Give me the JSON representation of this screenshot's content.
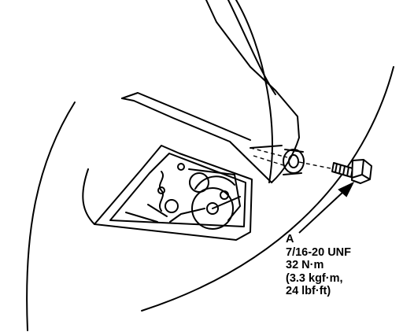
{
  "callout": {
    "letter": "A",
    "thread_spec": "7/16-20 UNF",
    "torque_nm": "32 N·m",
    "torque_kgfm": "(3.3 kgf·m,",
    "torque_lbfft": "24 lbf·ft)"
  },
  "colors": {
    "line": "#000000",
    "background": "#ffffff"
  }
}
